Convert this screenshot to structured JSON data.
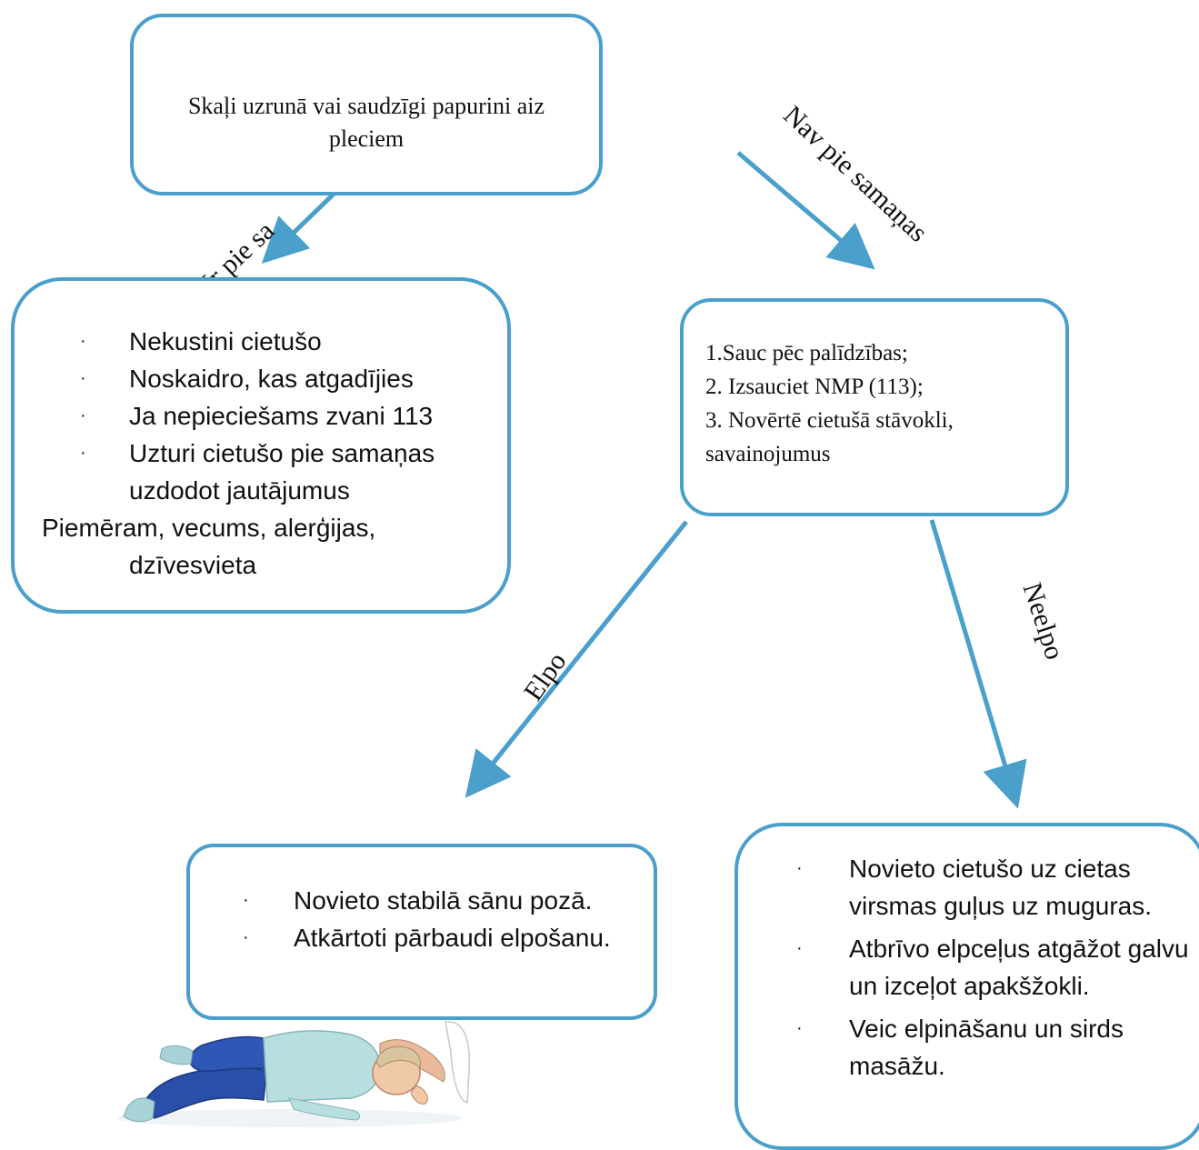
{
  "colors": {
    "border": "#4a9fcb",
    "arrow": "#4a9fcb",
    "text": "#111111"
  },
  "icons": {
    "bullet": "bullet-dot",
    "illustration": "recovery-position-person"
  },
  "boxes": {
    "top": {
      "text": "Skaļi uzrunā vai saudzīgi papurini aiz pleciem"
    },
    "left": {
      "items": [
        "Nekustini cietušo",
        "Noskaidro, kas atgadījies",
        "Ja nepieciešams zvani 113",
        "Uzturi cietušo pie samaņas uzdodot jautājumus"
      ],
      "tail_1": "Piemēram, vecums, alerģijas,",
      "tail_2": "dzīvesvieta"
    },
    "right": {
      "line_1": "1.Sauc pēc palīdzības;",
      "line_2": "2. Izsauciet NMP (113);",
      "line_3": "3. Novērtē cietušā stāvokli, savainojumus"
    },
    "breathing": {
      "items": [
        "Novieto stabilā sānu pozā.",
        "Atkārtoti pārbaudi elpošanu."
      ]
    },
    "not_breathing": {
      "items": [
        "Novieto cietušo uz cietas virsmas guļus uz muguras.",
        "Atbrīvo elpceļus atgāžot galvu un izceļot apakšžokli.",
        "Veic elpināšanu un sirds masāžu."
      ]
    }
  },
  "labels": {
    "conscious": "Ir pie sa",
    "unconscious": "Nav pie samaņas",
    "breathing": "Elpo",
    "not_breathing": "Neelpo"
  },
  "bullet_char": "·"
}
